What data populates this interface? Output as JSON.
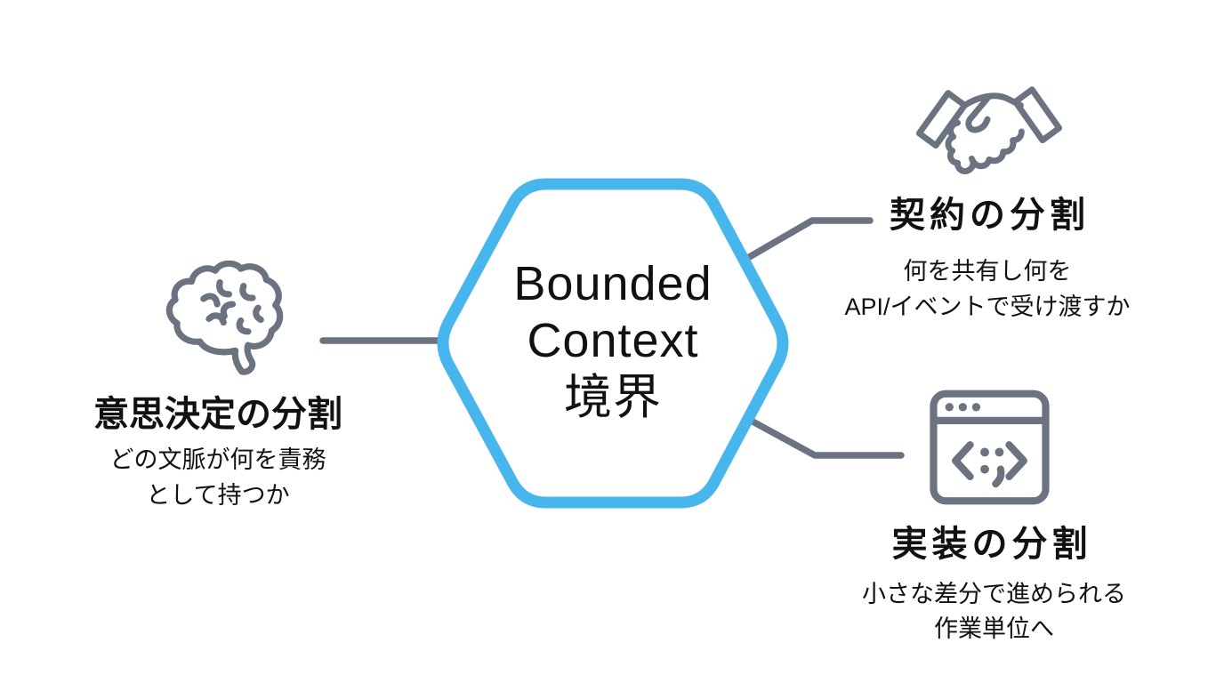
{
  "diagram_title": "Bounded Context 境界",
  "colors": {
    "background": "#ffffff",
    "hexagon_border": "#47b6ec",
    "hexagon_fill": "#ffffff",
    "connector_gray": "#6b7280",
    "icon_gray": "#6b7280",
    "text": "#111111"
  },
  "center": {
    "lines": [
      "Bounded",
      "Context",
      "境界"
    ]
  },
  "nodes": [
    {
      "id": "decision",
      "icon": "brain-icon",
      "title": "意思決定の分割",
      "subtitle_lines": [
        "どの文脈が何を責務",
        "として持つか"
      ]
    },
    {
      "id": "contract",
      "icon": "handshake-icon",
      "title": "契約の分割",
      "subtitle_lines": [
        "何を共有し何を",
        "API/イベントで受け渡すか"
      ]
    },
    {
      "id": "implementation",
      "icon": "code-window-icon",
      "title": "実装の分割",
      "subtitle_lines": [
        "小さな差分で進められる",
        "作業単位へ"
      ]
    }
  ]
}
